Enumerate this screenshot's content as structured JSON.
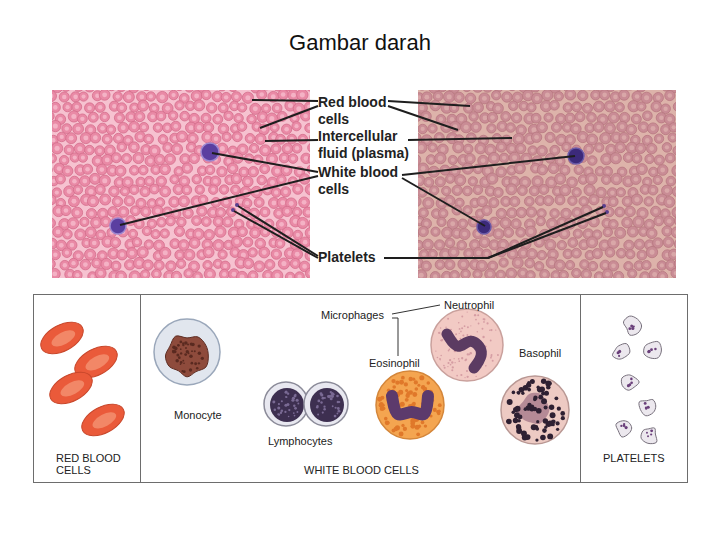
{
  "diagram": {
    "title": "Gambar darah",
    "nodes": [
      {
        "text": [
          "RED BLOOD CELLS"
        ]
      },
      {
        "text": [
          "Microphages",
          "Neutrophil",
          "Basophil",
          "Eosinophil",
          "Monocyte",
          "Lymphocytes",
          "WHITE BLOOD CELLS"
        ]
      },
      {
        "text": [
          "PLATELETS"
        ]
      }
    ],
    "labels": [
      "Red blood cells",
      "Intercellular fluid (plasma)",
      "White blood cells",
      "Platelets"
    ]
  }
}
